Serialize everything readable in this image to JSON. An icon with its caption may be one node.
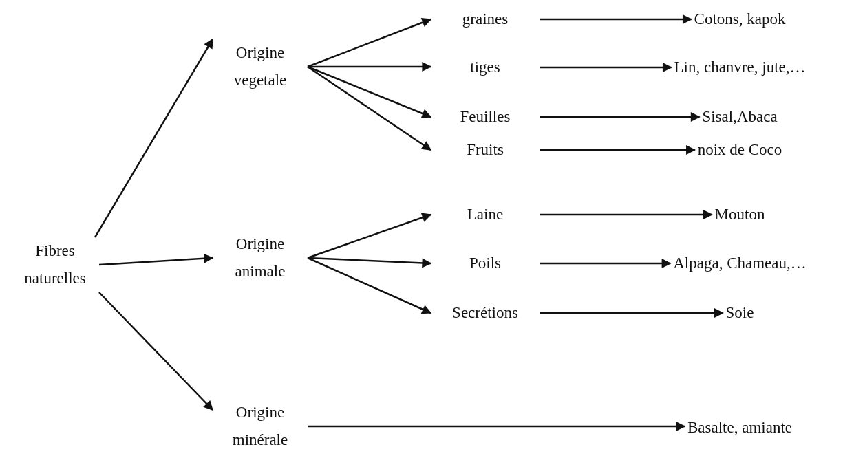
{
  "diagram": {
    "nodes": [
      {
        "text": [
          "Fibres naturelles"
        ]
      },
      {
        "text": [
          "Origine vegetale"
        ]
      },
      {
        "text": [
          "Origine animale"
        ]
      },
      {
        "text": [
          "Origine minérale"
        ]
      },
      {
        "text": [
          "graines"
        ]
      },
      {
        "text": [
          "tiges"
        ]
      },
      {
        "text": [
          "Feuilles"
        ]
      },
      {
        "text": [
          "Fruits"
        ]
      },
      {
        "text": [
          "Laine"
        ]
      },
      {
        "text": [
          "Poils"
        ]
      },
      {
        "text": [
          "Secrétions"
        ]
      },
      {
        "text": [
          "Cotons, kapok"
        ]
      },
      {
        "text": [
          "Lin, chanvre, jute,…"
        ]
      },
      {
        "text": [
          "Sisal,Abaca"
        ]
      },
      {
        "text": [
          "noix de Coco"
        ]
      },
      {
        "text": [
          "Mouton"
        ]
      },
      {
        "text": [
          "Alpaga, Chameau,…"
        ]
      },
      {
        "text": [
          "Soie"
        ]
      },
      {
        "text": [
          "Basalte, amiante"
        ]
      }
    ],
    "edges": [
      {
        "from": 0,
        "to": 1,
        "arrow": "to"
      },
      {
        "from": 0,
        "to": 2,
        "arrow": "to"
      },
      {
        "from": 0,
        "to": 3,
        "arrow": "to"
      },
      {
        "from": 1,
        "to": 4,
        "arrow": "to"
      },
      {
        "from": 1,
        "to": 5,
        "arrow": "to"
      },
      {
        "from": 1,
        "to": 6,
        "arrow": "to"
      },
      {
        "from": 1,
        "to": 7,
        "arrow": "to"
      },
      {
        "from": 2,
        "to": 8,
        "arrow": "to"
      },
      {
        "from": 2,
        "to": 9,
        "arrow": "to"
      },
      {
        "from": 2,
        "to": 10,
        "arrow": "to"
      },
      {
        "from": 4,
        "to": 11,
        "arrow": "to"
      },
      {
        "from": 5,
        "to": 12,
        "arrow": "to"
      },
      {
        "from": 6,
        "to": 13,
        "arrow": "to"
      },
      {
        "from": 7,
        "to": 14,
        "arrow": "to"
      },
      {
        "from": 8,
        "to": 15,
        "arrow": "to"
      },
      {
        "from": 9,
        "to": 16,
        "arrow": "to"
      },
      {
        "from": 10,
        "to": 17,
        "arrow": "to"
      },
      {
        "from": 3,
        "to": 18,
        "arrow": "to"
      }
    ]
  }
}
